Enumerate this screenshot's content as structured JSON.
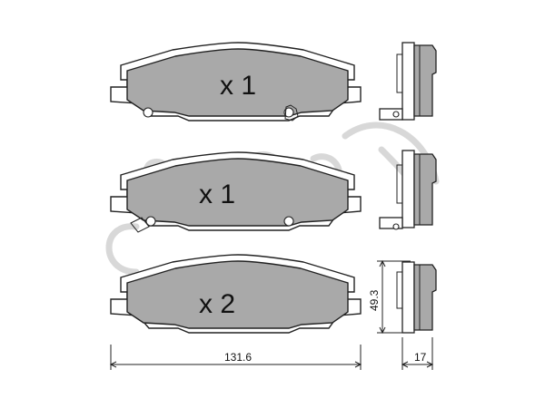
{
  "pads": [
    {
      "quantity_label": "x 1"
    },
    {
      "quantity_label": "x 1"
    },
    {
      "quantity_label": "x 2"
    }
  ],
  "dimensions": {
    "width": "131.6",
    "height": "49.3",
    "thickness": "17"
  },
  "colors": {
    "pad_fill": "#a9a9a9",
    "outline": "#222222",
    "watermark": "#d8d8d8"
  }
}
